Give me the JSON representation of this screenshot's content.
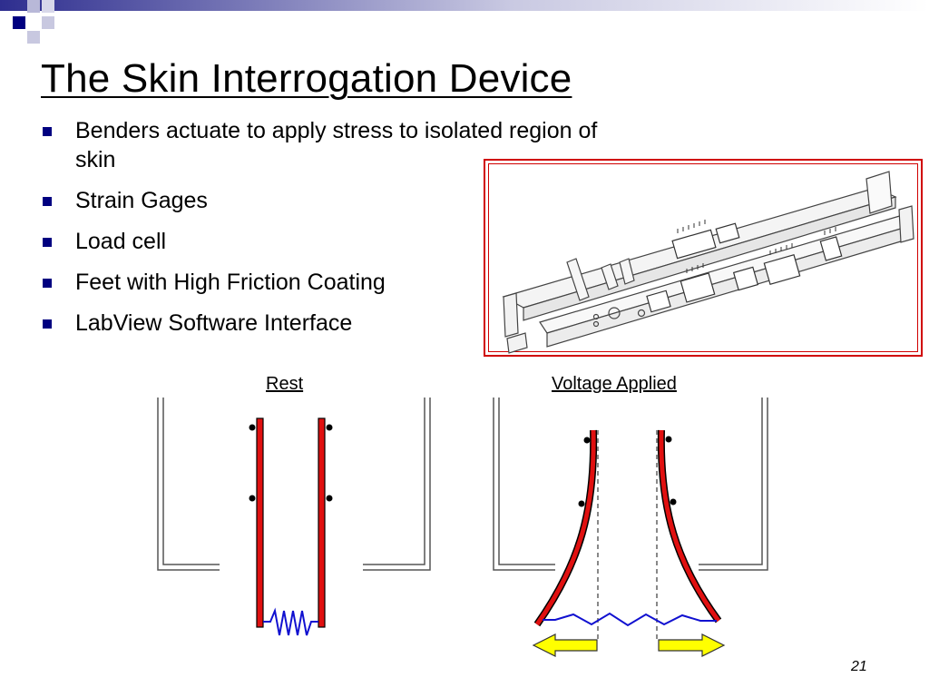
{
  "slide": {
    "title": "The Skin Interrogation Device",
    "bullets": [
      "Benders actuate to apply stress to isolated region of skin",
      "Strain Gages",
      "Load cell",
      "Feet with High Friction Coating",
      "LabView Software Interface"
    ],
    "labels": {
      "rest": "Rest",
      "voltage_applied": "Voltage Applied"
    },
    "page_number": "21"
  },
  "colors": {
    "accent_navy": "#000080",
    "bender_red": "#e01010",
    "spring_blue": "#1010d0",
    "arrow_yellow": "#ffff00",
    "frame_red": "#d00000"
  },
  "icons": {
    "bullet": "square-bullet-icon",
    "arrows": [
      "arrow-left-icon",
      "arrow-right-icon"
    ]
  }
}
